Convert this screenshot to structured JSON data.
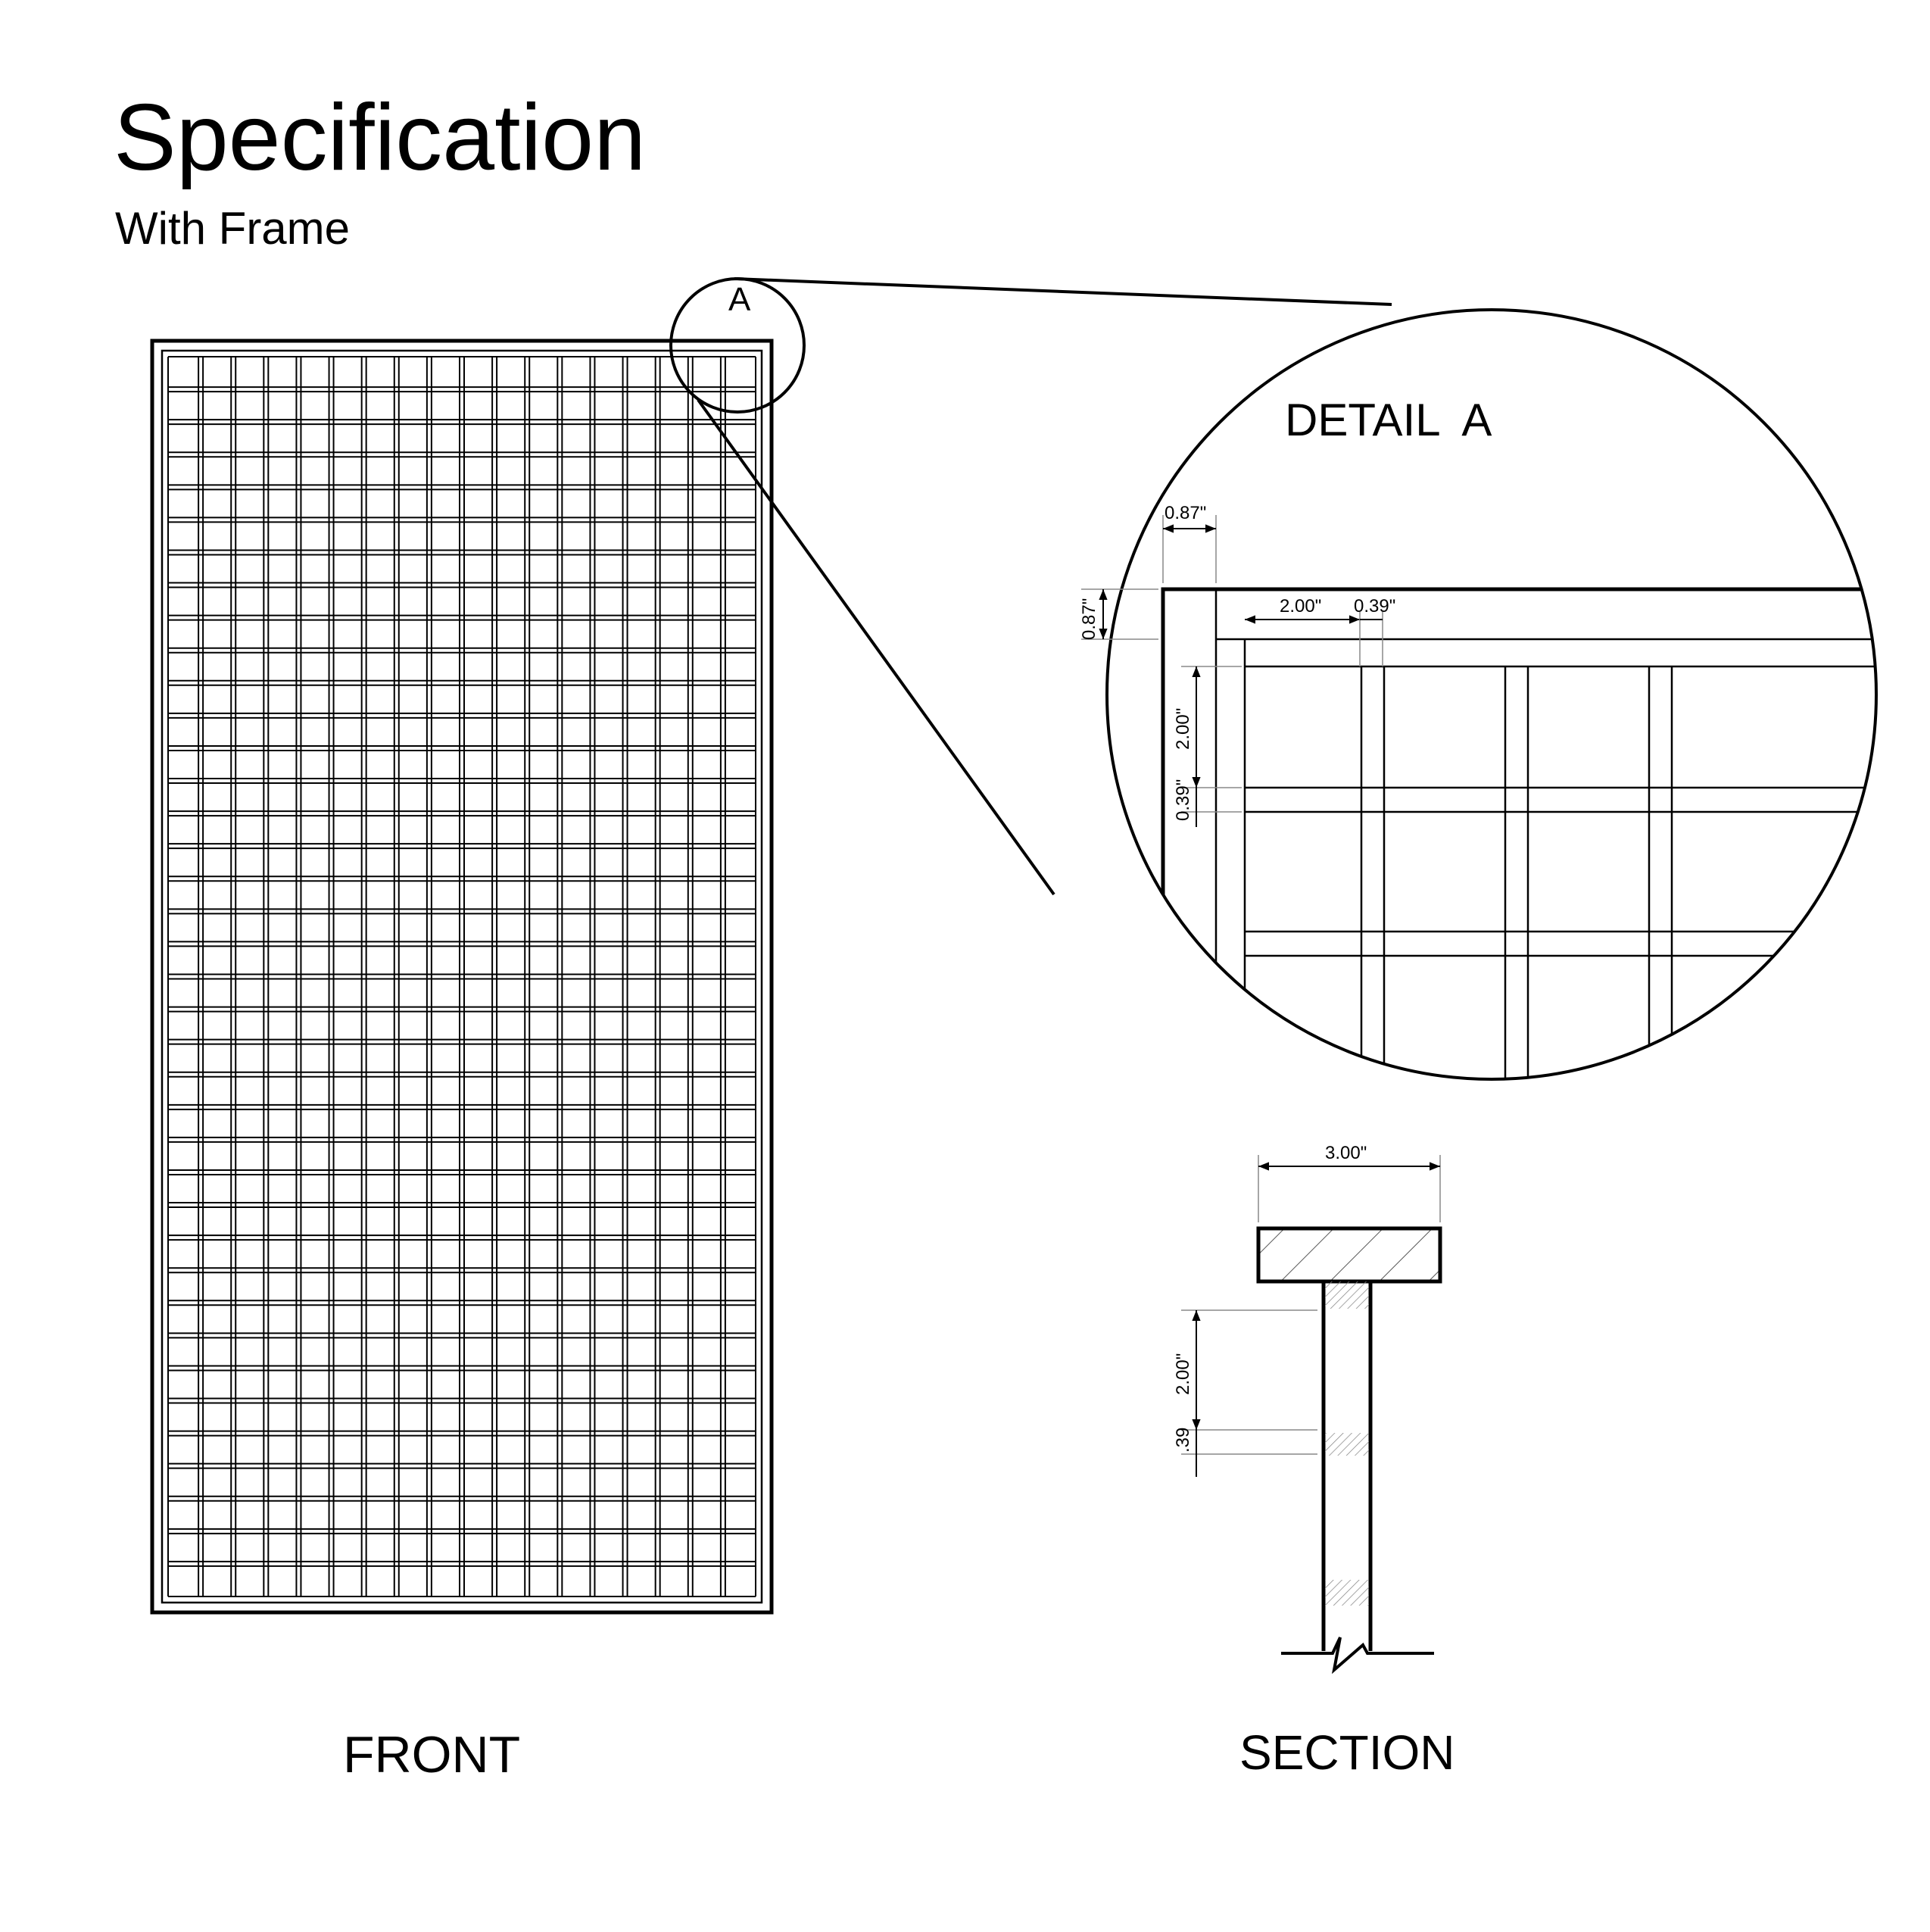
{
  "header": {
    "title": "Specification",
    "subtitle": "With Frame"
  },
  "views": {
    "front_label": "FRONT",
    "section_label": "SECTION",
    "detail_marker": "A",
    "detail_title": "DETAIL  A"
  },
  "detail_dims": {
    "frame_width_h": "0.87\"",
    "frame_width_v": "0.87\"",
    "opening_h": "2.00\"",
    "bar_h": "0.39\"",
    "opening_v": "2.00\"",
    "bar_v": "0.39\""
  },
  "section_dims": {
    "flange_width": "3.00\"",
    "opening": "2.00\"",
    "bar": ".39"
  },
  "colors": {
    "line": "#000000",
    "dim_line": "#555555",
    "background": "#ffffff"
  }
}
